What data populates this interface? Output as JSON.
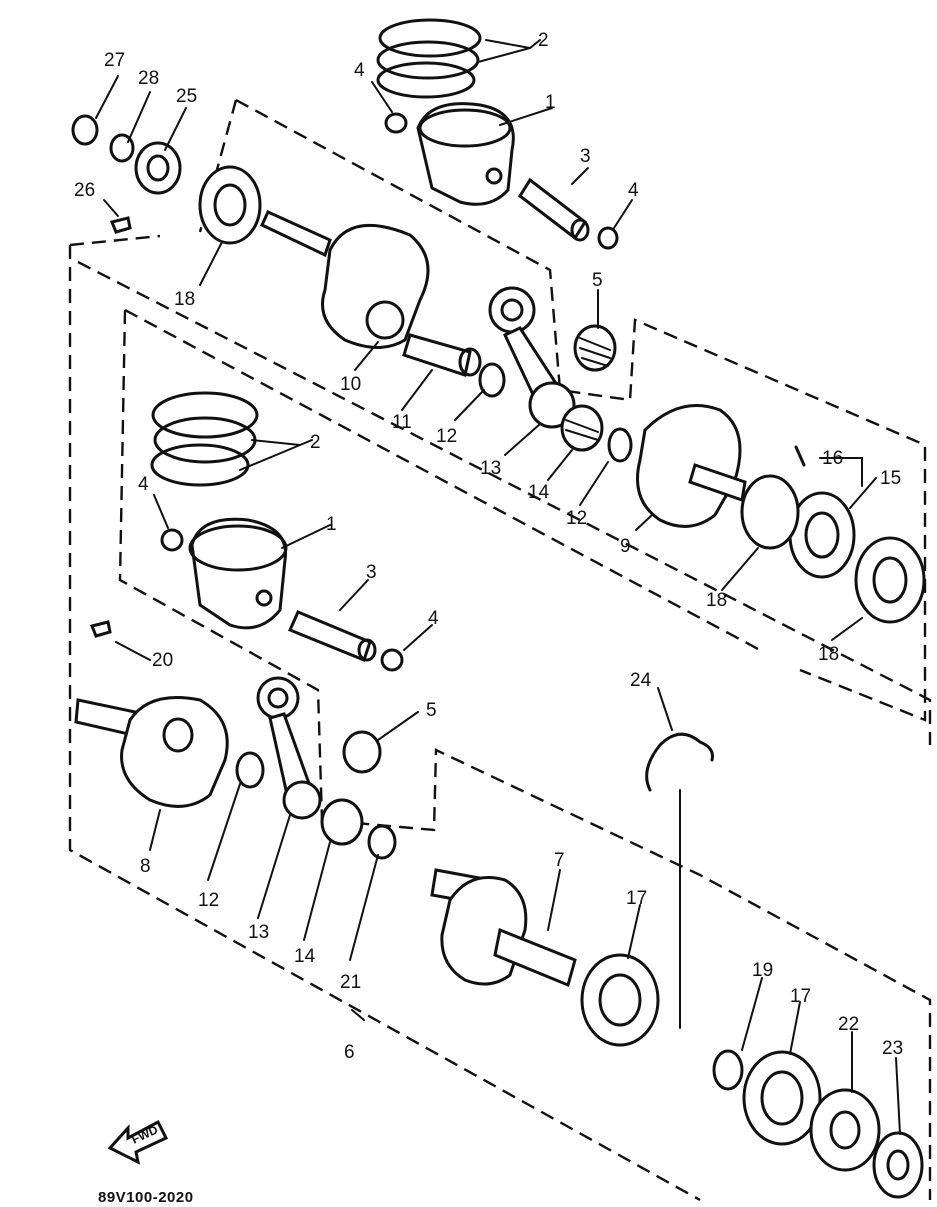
{
  "diagram": {
    "code": "89V100-2020",
    "fwd_label": "FWD",
    "labels": {
      "l1a": "1",
      "l1b": "1",
      "l2a": "2",
      "l2b": "2",
      "l3a": "3",
      "l3b": "3",
      "l4a": "4",
      "l4b": "4",
      "l4c": "4",
      "l4d": "4",
      "l5a": "5",
      "l5b": "5",
      "l6": "6",
      "l7": "7",
      "l8": "8",
      "l9": "9",
      "l10": "10",
      "l11": "11",
      "l12a": "12",
      "l12b": "12",
      "l12c": "12",
      "l13a": "13",
      "l13b": "13",
      "l14a": "14",
      "l14b": "14",
      "l15": "15",
      "l16": "16",
      "l17a": "17",
      "l17b": "17",
      "l18a": "18",
      "l18b": "18",
      "l18c": "18",
      "l19": "19",
      "l20": "20",
      "l21": "21",
      "l22": "22",
      "l23": "23",
      "l24": "24",
      "l25": "25",
      "l26": "26",
      "l27": "27",
      "l28": "28"
    }
  }
}
